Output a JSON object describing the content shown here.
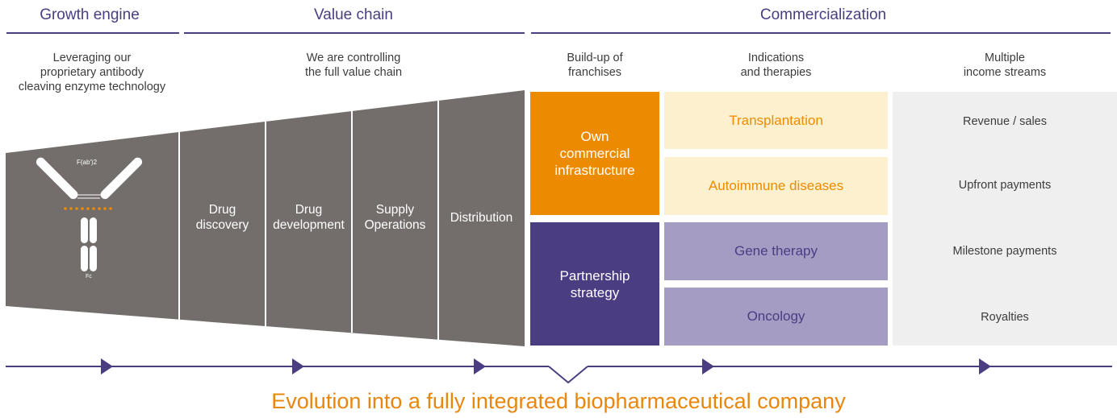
{
  "headers": {
    "growth_engine": "Growth engine",
    "value_chain": "Value chain",
    "commercialization": "Commercialization"
  },
  "subheaders": {
    "growth_engine": [
      "Leveraging our",
      "proprietary antibody",
      "cleaving enzyme technology"
    ],
    "value_chain": [
      "We are controlling",
      "the full value chain"
    ],
    "franchises": [
      "Build-up of",
      "franchises"
    ],
    "indications": [
      "Indications",
      "and therapies"
    ],
    "income": [
      "Multiple",
      "income streams"
    ]
  },
  "antibody": {
    "fab_label": "F(ab')2",
    "fc_label": "Fc"
  },
  "value_chain_stages": [
    [
      "Drug",
      "discovery"
    ],
    [
      "Drug",
      "development"
    ],
    [
      "Supply",
      "Operations"
    ],
    [
      "Distribution"
    ]
  ],
  "franchises": [
    {
      "lines": [
        "Own",
        "commercial",
        "infrastructure"
      ],
      "color": "#ec8b00"
    },
    {
      "lines": [
        "Partnership",
        "strategy"
      ],
      "color": "#4a3d82"
    }
  ],
  "indications": [
    {
      "label": "Transplantation",
      "bg": "#fdf0cf",
      "fg": "#ec8b00"
    },
    {
      "label": "Autoimmune diseases",
      "bg": "#fdf0cf",
      "fg": "#ec8b00"
    },
    {
      "label": "Gene therapy",
      "bg": "#a59cc4",
      "fg": "#4a3d82"
    },
    {
      "label": "Oncology",
      "bg": "#a59cc4",
      "fg": "#4a3d82"
    }
  ],
  "income_streams": [
    "Revenue / sales",
    "Upfront payments",
    "Milestone payments",
    "Royalties"
  ],
  "bottom_text": "Evolution into a fully integrated biopharmaceutical company",
  "colors": {
    "purple": "#4a3d82",
    "orange": "#ec8b00",
    "funnel_gray": "#736e6b",
    "income_bg": "#efefef"
  }
}
